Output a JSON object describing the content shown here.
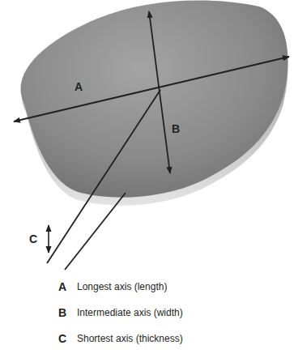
{
  "diagram": {
    "labels": [
      "A",
      "B",
      "C",
      "A",
      "Longest axis (length)",
      "B",
      "Intermediate axis (width)",
      "C",
      "Shortest axis (thickness)"
    ]
  }
}
